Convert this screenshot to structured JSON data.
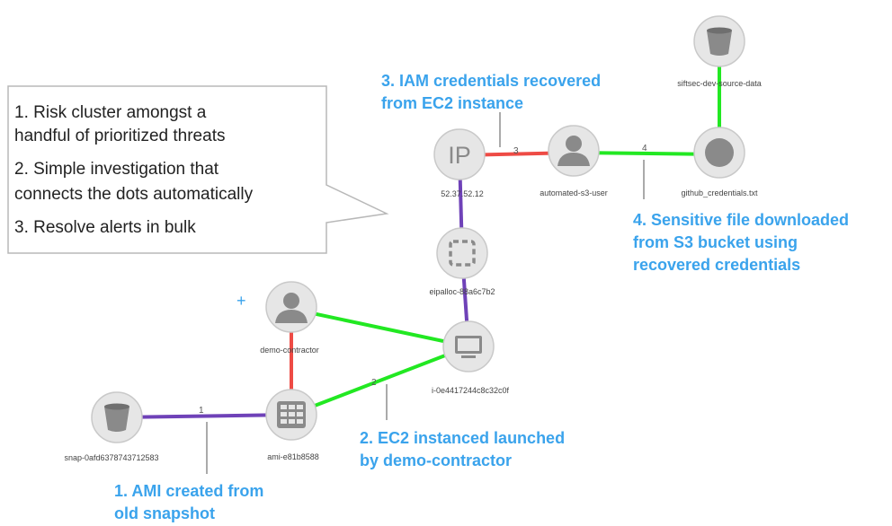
{
  "nodes": {
    "snapshot": {
      "label": "snap-0afd6378743712583",
      "icon": "bucket-icon"
    },
    "ami": {
      "label": "ami-e81b8588",
      "icon": "ami-grid-icon"
    },
    "contractor": {
      "label": "demo-contractor",
      "icon": "user-icon"
    },
    "instance": {
      "label": "i-0e4417244c8c32c0f",
      "icon": "monitor-icon"
    },
    "eip": {
      "label": "eipalloc-88a6c7b2",
      "icon": "dashed-square-icon"
    },
    "ip": {
      "label": "52.37.52.12",
      "glyph": "IP"
    },
    "s3user": {
      "label": "automated-s3-user",
      "icon": "user-icon"
    },
    "file": {
      "label": "github_credentials.txt",
      "icon": "circle-icon"
    },
    "bucket": {
      "label": "siftsec-dev-source-data",
      "icon": "bucket-icon"
    }
  },
  "edge_labels": {
    "e1": "1",
    "e2": "2",
    "e3": "3",
    "e4": "4"
  },
  "tooltip": {
    "lines": [
      "1. Risk cluster amongst a",
      "handful of prioritized threats",
      "2. Simple investigation that",
      "connects the dots automatically",
      "3. Resolve alerts in bulk"
    ]
  },
  "callouts": {
    "c1": [
      "1. AMI created from",
      "old snapshot"
    ],
    "c2": [
      "2. EC2 instanced launched",
      "by demo-contractor"
    ],
    "c3": [
      "3. IAM credentials recovered",
      "from EC2 instance"
    ],
    "c4": [
      "4. Sensitive file downloaded",
      "from S3 bucket using",
      "recovered credentials"
    ]
  },
  "plus_glyph": "+",
  "colors": {
    "green": "#22e822",
    "red": "#ee4b45",
    "purple": "#6f42b8",
    "callout": "#3aa3ec"
  }
}
